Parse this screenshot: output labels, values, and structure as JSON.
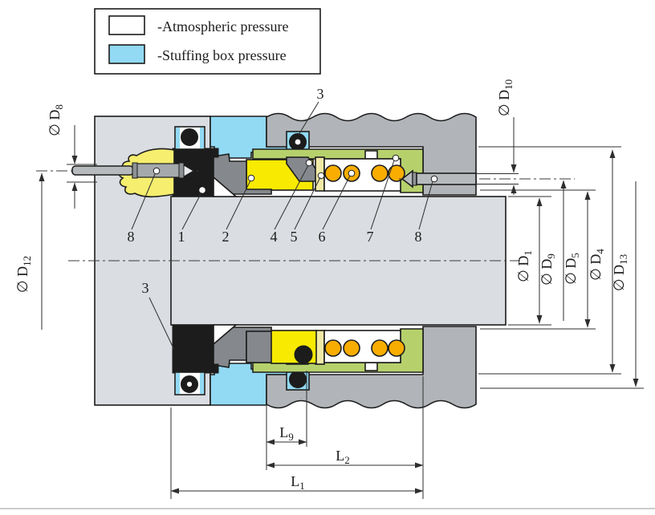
{
  "legend": {
    "items": [
      {
        "label": "-Atmospheric pressure",
        "swatch_color": "#ffffff"
      },
      {
        "label": "-Stuffing box pressure",
        "swatch_color": "#92d9f3"
      }
    ]
  },
  "part_labels": {
    "label_3_top": "3",
    "label_3_bottom": "3",
    "label_8_left": "8",
    "label_1": "1",
    "label_2": "2",
    "label_4": "4",
    "label_5": "5",
    "label_6": "6",
    "label_7": "7",
    "label_8_right": "8"
  },
  "diameter_dimensions": [
    {
      "id": "D8",
      "prefix": "∅ D",
      "sub": "8"
    },
    {
      "id": "D12",
      "prefix": "∅ D",
      "sub": "12"
    },
    {
      "id": "D10",
      "prefix": "∅ D",
      "sub": "10"
    },
    {
      "id": "D1",
      "prefix": "∅ D",
      "sub": "1"
    },
    {
      "id": "D9",
      "prefix": "∅ D",
      "sub": "9"
    },
    {
      "id": "D5",
      "prefix": "∅ D",
      "sub": "5"
    },
    {
      "id": "D4",
      "prefix": "∅ D",
      "sub": "4"
    },
    {
      "id": "D13",
      "prefix": "∅ D",
      "sub": "13"
    }
  ],
  "length_dimensions": [
    {
      "id": "L9",
      "prefix": "L",
      "sub": "9"
    },
    {
      "id": "L2",
      "prefix": "L",
      "sub": "2"
    },
    {
      "id": "L1",
      "prefix": "L",
      "sub": "1"
    }
  ],
  "colors": {
    "atmospheric_white": "#ffffff",
    "stuffing_box_blue": "#92d9f3",
    "housing_gray": "#b1b4b8",
    "gland_shaft_gray": "#dadde1",
    "seal_face_dark_gray": "#85888c",
    "seal_ring_black": "#1c1c1c",
    "wedge_yellow": "#f8ea00",
    "gasket_pale_yellow": "#f0e9a6",
    "bellows_yellow": "#f5ee6e",
    "spring_orange": "#f8ad00",
    "retainer_green": "#b6d16c"
  }
}
